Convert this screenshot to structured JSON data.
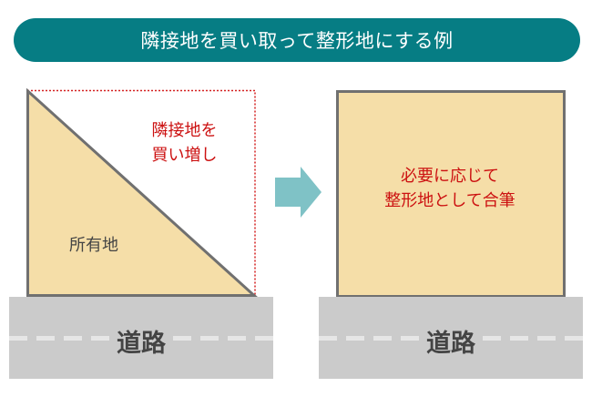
{
  "title": "隣接地を買い取って整形地にする例",
  "before": {
    "owned_label": "所有地",
    "purchase_label_line1": "隣接地を",
    "purchase_label_line2": "買い増し",
    "road_label": "道路"
  },
  "after": {
    "label_line1": "必要に応じて",
    "label_line2": "整形地として合筆",
    "road_label": "道路"
  },
  "arrow_icon": "right-arrow",
  "colors": {
    "banner": "#067D84",
    "land": "#F5DEA8",
    "land_border": "#707070",
    "road": "#CBCBCB",
    "road_dash": "#E6E6E6",
    "accent_text": "#CC1111",
    "arrow": "#7FC2C6",
    "dotted_border": "#D42020"
  }
}
